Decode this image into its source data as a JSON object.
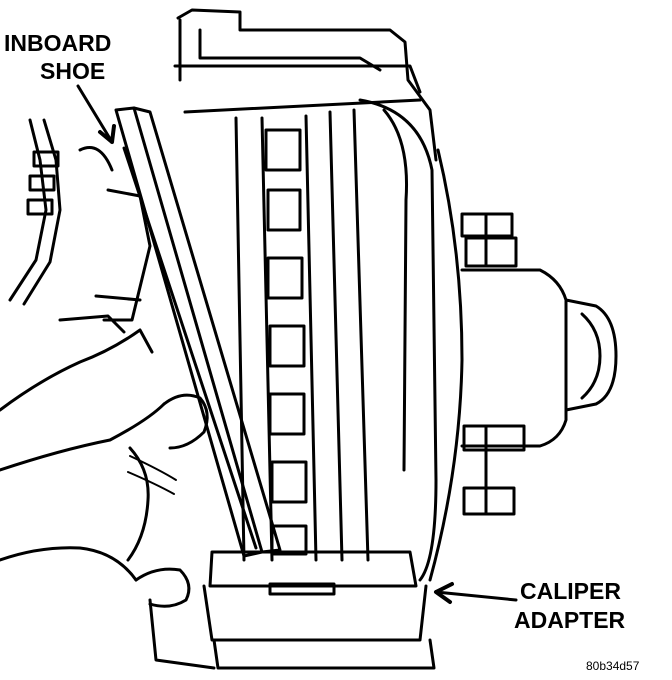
{
  "figure": {
    "labels": {
      "inboard": "INBOARD",
      "shoe": "SHOE",
      "caliper": "CALIPER",
      "adapter": "ADAPTER"
    },
    "figure_code": "80b34d57"
  },
  "colors": {
    "ink": "#000000",
    "paper": "#ffffff"
  }
}
